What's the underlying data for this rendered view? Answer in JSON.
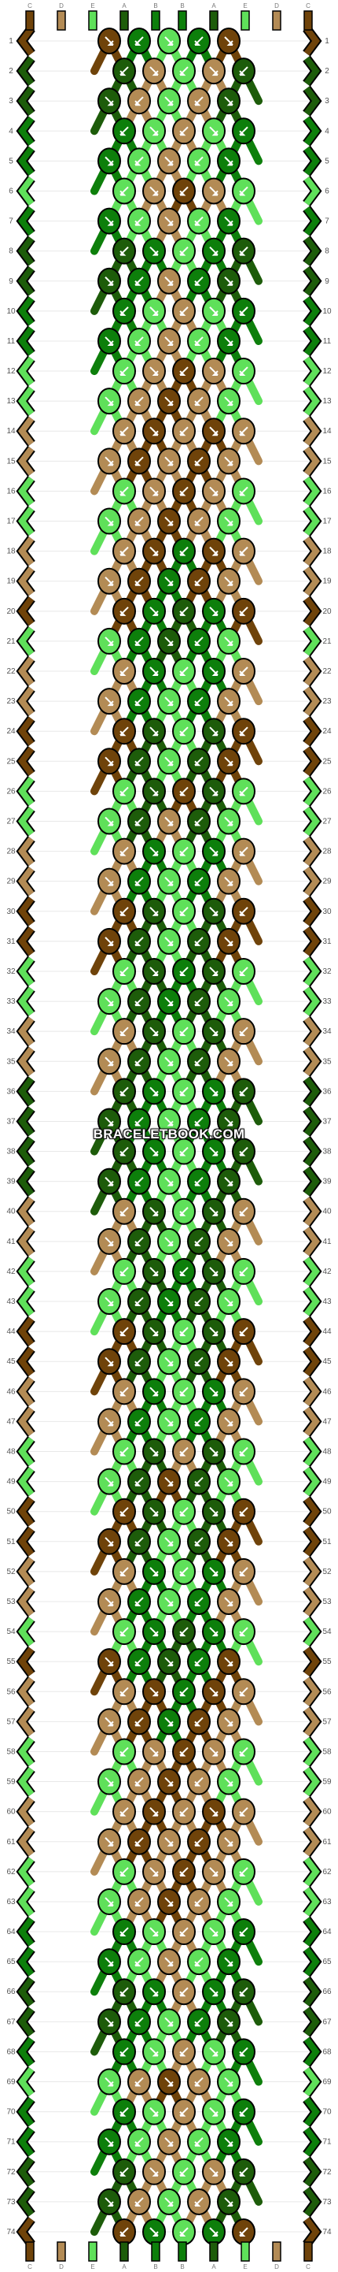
{
  "pattern": {
    "watermark": "BRACELETBOOK.COM",
    "strand_labels_top": [
      "C",
      "D",
      "E",
      "A",
      "B",
      "B",
      "A",
      "E",
      "D",
      "C"
    ],
    "strand_labels_bottom": [
      "C",
      "D",
      "E",
      "A",
      "B",
      "B",
      "A",
      "E",
      "D",
      "C"
    ],
    "row_count": 74,
    "colors": {
      "A": "#1d5c0a",
      "B": "#0d7f0b",
      "C": "#6f430a",
      "D": "#b38b55",
      "E": "#5fe05a"
    },
    "outline_color": "#000000",
    "rows": [
      [
        "C",
        "B",
        "E",
        "B",
        "C"
      ],
      [
        "A",
        "D",
        "E",
        "D",
        "A"
      ],
      [
        "A",
        "D",
        "E",
        "D",
        "A"
      ],
      [
        "B",
        "E",
        "D",
        "E",
        "B"
      ],
      [
        "B",
        "E",
        "D",
        "E",
        "B"
      ],
      [
        "E",
        "D",
        "C",
        "D",
        "E"
      ],
      [
        "B",
        "E",
        "D",
        "E",
        "B"
      ],
      [
        "A",
        "B",
        "E",
        "B",
        "A"
      ],
      [
        "A",
        "B",
        "D",
        "B",
        "A"
      ],
      [
        "B",
        "E",
        "D",
        "E",
        "B"
      ],
      [
        "B",
        "E",
        "D",
        "E",
        "B"
      ],
      [
        "E",
        "D",
        "C",
        "D",
        "E"
      ],
      [
        "E",
        "D",
        "C",
        "D",
        "E"
      ],
      [
        "D",
        "C",
        "D",
        "C",
        "D"
      ],
      [
        "D",
        "C",
        "D",
        "C",
        "D"
      ],
      [
        "E",
        "D",
        "C",
        "D",
        "E"
      ],
      [
        "E",
        "D",
        "C",
        "D",
        "E"
      ],
      [
        "D",
        "C",
        "B",
        "C",
        "D"
      ],
      [
        "D",
        "C",
        "B",
        "C",
        "D"
      ],
      [
        "C",
        "B",
        "A",
        "B",
        "C"
      ],
      [
        "E",
        "B",
        "A",
        "B",
        "E"
      ],
      [
        "D",
        "B",
        "E",
        "B",
        "D"
      ],
      [
        "D",
        "B",
        "E",
        "B",
        "D"
      ],
      [
        "C",
        "A",
        "E",
        "A",
        "C"
      ],
      [
        "C",
        "A",
        "E",
        "A",
        "C"
      ],
      [
        "E",
        "A",
        "C",
        "A",
        "E"
      ],
      [
        "E",
        "A",
        "D",
        "A",
        "E"
      ],
      [
        "D",
        "B",
        "E",
        "B",
        "D"
      ],
      [
        "D",
        "B",
        "E",
        "B",
        "D"
      ],
      [
        "C",
        "A",
        "E",
        "A",
        "C"
      ],
      [
        "C",
        "A",
        "E",
        "A",
        "C"
      ],
      [
        "E",
        "A",
        "B",
        "A",
        "E"
      ],
      [
        "E",
        "A",
        "B",
        "A",
        "E"
      ],
      [
        "D",
        "A",
        "E",
        "A",
        "D"
      ],
      [
        "D",
        "A",
        "E",
        "A",
        "D"
      ],
      [
        "A",
        "B",
        "E",
        "B",
        "A"
      ],
      [
        "A",
        "B",
        "E",
        "B",
        "A"
      ],
      [
        "A",
        "B",
        "E",
        "B",
        "A"
      ],
      [
        "A",
        "B",
        "E",
        "B",
        "A"
      ],
      [
        "D",
        "A",
        "E",
        "A",
        "D"
      ],
      [
        "D",
        "A",
        "E",
        "A",
        "D"
      ],
      [
        "E",
        "A",
        "B",
        "A",
        "E"
      ],
      [
        "E",
        "A",
        "B",
        "A",
        "E"
      ],
      [
        "C",
        "A",
        "E",
        "A",
        "C"
      ],
      [
        "C",
        "A",
        "E",
        "A",
        "C"
      ],
      [
        "D",
        "B",
        "E",
        "B",
        "D"
      ],
      [
        "D",
        "B",
        "E",
        "B",
        "D"
      ],
      [
        "E",
        "A",
        "D",
        "A",
        "E"
      ],
      [
        "E",
        "A",
        "C",
        "A",
        "E"
      ],
      [
        "C",
        "A",
        "E",
        "A",
        "C"
      ],
      [
        "C",
        "A",
        "E",
        "A",
        "C"
      ],
      [
        "D",
        "B",
        "E",
        "B",
        "D"
      ],
      [
        "D",
        "B",
        "E",
        "B",
        "D"
      ],
      [
        "E",
        "B",
        "A",
        "B",
        "E"
      ],
      [
        "C",
        "B",
        "A",
        "B",
        "C"
      ],
      [
        "D",
        "C",
        "B",
        "C",
        "D"
      ],
      [
        "D",
        "C",
        "B",
        "C",
        "D"
      ],
      [
        "E",
        "D",
        "C",
        "D",
        "E"
      ],
      [
        "E",
        "D",
        "C",
        "D",
        "E"
      ],
      [
        "D",
        "C",
        "D",
        "C",
        "D"
      ],
      [
        "D",
        "C",
        "D",
        "C",
        "D"
      ],
      [
        "E",
        "D",
        "C",
        "D",
        "E"
      ],
      [
        "E",
        "D",
        "C",
        "D",
        "E"
      ],
      [
        "B",
        "E",
        "D",
        "E",
        "B"
      ],
      [
        "B",
        "E",
        "D",
        "E",
        "B"
      ],
      [
        "A",
        "B",
        "D",
        "B",
        "A"
      ],
      [
        "A",
        "B",
        "E",
        "B",
        "A"
      ],
      [
        "B",
        "E",
        "D",
        "E",
        "B"
      ],
      [
        "E",
        "D",
        "C",
        "D",
        "E"
      ],
      [
        "B",
        "E",
        "D",
        "E",
        "B"
      ],
      [
        "B",
        "E",
        "D",
        "E",
        "B"
      ],
      [
        "A",
        "D",
        "E",
        "D",
        "A"
      ],
      [
        "A",
        "D",
        "E",
        "D",
        "A"
      ],
      [
        "C",
        "B",
        "E",
        "B",
        "C"
      ]
    ]
  }
}
